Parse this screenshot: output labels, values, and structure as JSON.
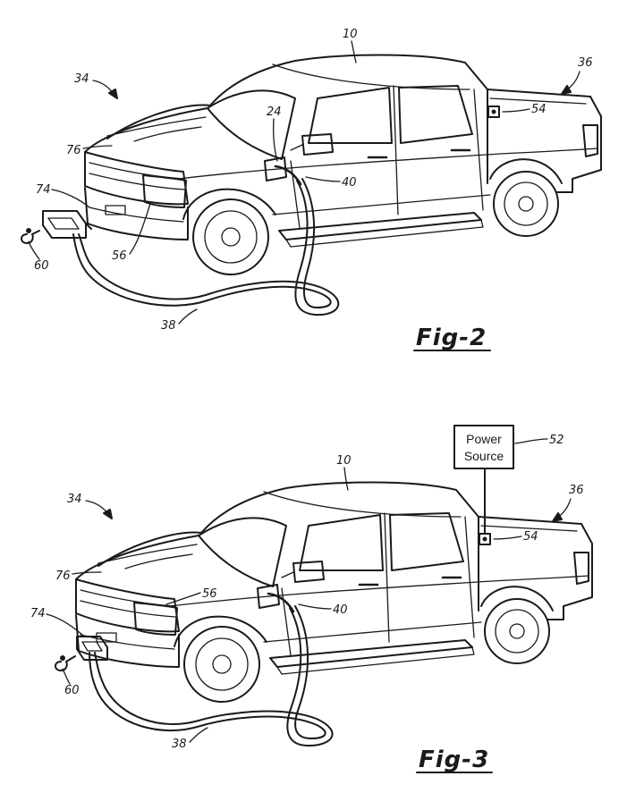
{
  "figures": [
    {
      "id": "fig2",
      "caption": "Fig-2",
      "refs": {
        "vehicle": "10",
        "port": "24",
        "front": "34",
        "bed": "36",
        "cable": "38",
        "connector": "40",
        "outlet": "54",
        "headlamp": "56",
        "adapter": "60",
        "bumper": "74",
        "hood": "76"
      }
    },
    {
      "id": "fig3",
      "caption": "Fig-3",
      "power_source_label_line1": "Power",
      "power_source_label_line2": "Source",
      "refs": {
        "vehicle": "10",
        "front": "34",
        "bed": "36",
        "cable": "38",
        "connector": "40",
        "power_source": "52",
        "outlet": "54",
        "headlamp": "56",
        "adapter": "60",
        "bumper": "74",
        "hood": "76"
      }
    }
  ]
}
